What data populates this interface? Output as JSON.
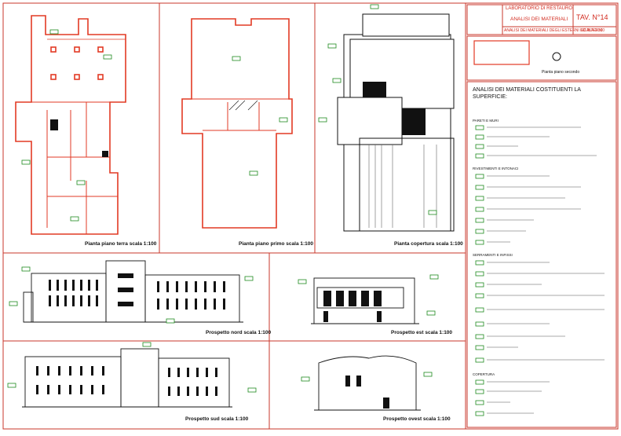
{
  "title_block": {
    "institution": "LABORATORIO DI RESTAURO",
    "subject": "ANALISI DEI MATERIALI",
    "table_number": "TAV. N°14",
    "description": "ANALISI DEI MATERIALI DEGLI ESTERNI ED INTERNI",
    "scale": "SCALA 1:100",
    "key_plan_caption": "Pianta piano secondo"
  },
  "legend": {
    "heading": "ANALISI DEI MATERIALI COSTITUENTI LA SUPERFICIE:",
    "sections": [
      "PARETI E MURI",
      "RIVESTIMENTI E INTONACI",
      "SERRAMENTI E INFISSI",
      "COPERTURA"
    ]
  },
  "views": {
    "plan_ground": "Pianta piano terra scala 1:100",
    "plan_first": "Pianta piano primo scala 1:100",
    "plan_roof": "Pianta copertura scala 1:100",
    "elev_north": "Prospetto nord scala 1:100",
    "elev_east": "Prospetto est scala 1:100",
    "elev_south": "Prospetto sud scala 1:100",
    "elev_west": "Prospetto ovest scala 1:100"
  },
  "colors": {
    "frame": "#c8372b",
    "walls": "#e23a24",
    "tags": "#1e8a1e",
    "ink": "#111111"
  }
}
